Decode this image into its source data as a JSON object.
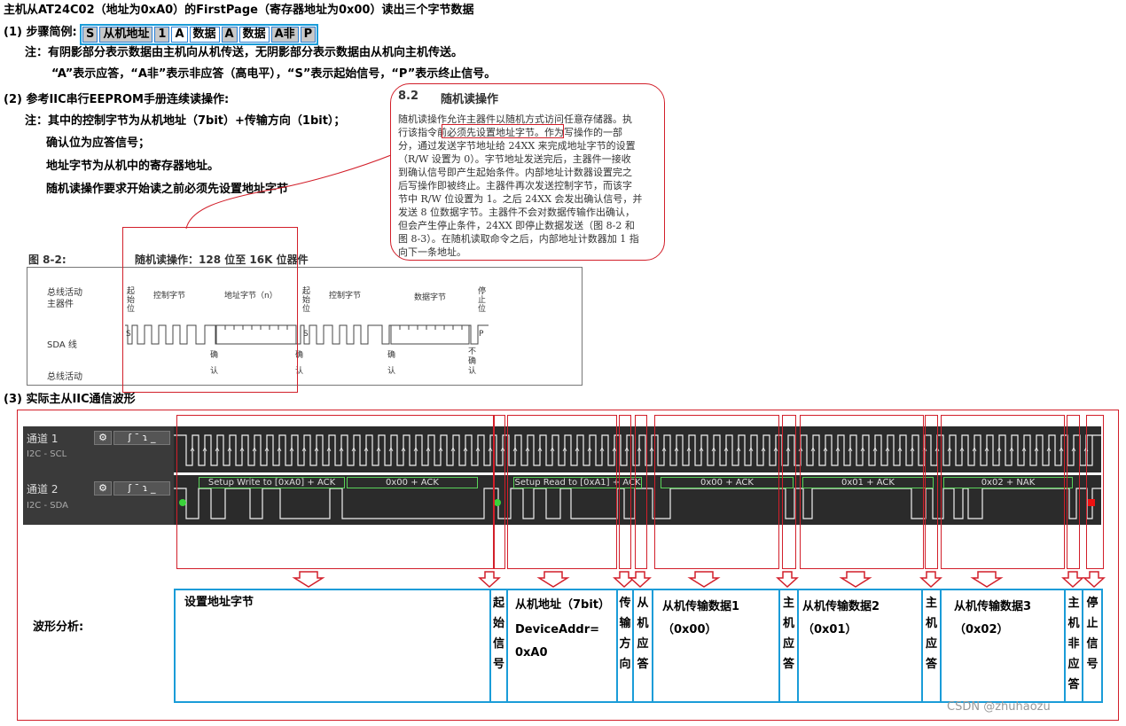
{
  "title": "主机从AT24C02（地址为0xA0）的FirstPage（寄存器地址为0x00）读出三个字节数据",
  "section1": {
    "label": "(1)  步骤简例:",
    "steps": [
      "S",
      "从机地址",
      "1",
      "A",
      "数据",
      "A",
      "数据",
      "A非",
      "P"
    ],
    "note1": "注：有阴影部分表示数据由主机向从机传送，无阴影部分表示数据由从机向主机传送。",
    "note2": "“A”表示应答，“A非”表示非应答（高电平），“S”表示起始信号，“P”表示终止信号。"
  },
  "section2": {
    "label": "(2)  参考IIC串行EEPROM手册连续读操作:",
    "note1": "注：其中的控制字节为从机地址（7bit）+传输方向（1bit）；",
    "note2": "确认位为应答信号；",
    "note3": "地址字节为从机中的寄存器地址。",
    "note4": "随机读操作要求开始读之前必须先设置地址字节"
  },
  "datasheet": {
    "heading_num": "8.2",
    "heading": "随机读操作",
    "lines": [
      "随机读操作允许主器件以随机方式访问任意存储器。执",
      "行该指令前必须先设置地址字节。作为写操作的一部",
      "分，通过发送字节地址给 24XX 来完成地址字节的设置",
      "（R/W 设置为 0）。字节地址发送完后，主器件一接收",
      "到确认信号即产生起始条件。内部地址计数器设置完之",
      "后写操作即被终止。主器件再次发送控制字节，而该字",
      "节中 R/W 位设置为 1。之后 24XX 会发出确认信号，并",
      "发送 8 位数据字节。主器件不会对数据传输作出确认，",
      "但会产生停止条件，24XX 即停止数据发送（图 8-2 和",
      "图 8-3）。在随机读取命令之后，内部地址计数器加 1 指",
      "向下一条地址。"
    ]
  },
  "figure": {
    "fig_label": "图 8-2:",
    "fig_title": "随机读操作：128 位至 16K 位器件",
    "row1": "总线活动",
    "row1b": "主器件",
    "row2": "SDA 线",
    "row3": "总线活动",
    "start1": [
      "起",
      "始",
      "位"
    ],
    "start2": [
      "起",
      "始",
      "位"
    ],
    "stop": [
      "停",
      "止",
      "位"
    ],
    "ctrl1": "控制字节",
    "addr": "地址字节（n）",
    "ctrl2": "控制字节",
    "data": "数据字节",
    "s1": "S",
    "s2": "S",
    "p": "P",
    "acks": [
      "确",
      "认"
    ],
    "noack": [
      "不",
      "确",
      "认"
    ]
  },
  "section3": {
    "label": "(3)  实际主从IIC通信波形",
    "ch1_name": "通道 1",
    "ch1_sub": "I2C - SCL",
    "ch2_name": "通道 2",
    "ch2_sub": "I2C - SDA",
    "decodes": [
      "Setup Write to [0xA0] + ACK",
      "0x00 + ACK",
      "Setup Read to [0xA1] + ACK",
      "0x00 + ACK",
      "0x01 + ACK",
      "0x02 + NAK"
    ],
    "analysis_label": "波形分析:"
  },
  "analysis": {
    "set_addr": "设置地址字节",
    "start": [
      "起",
      "始",
      "信",
      "号"
    ],
    "slave_addr": "从机地址（7bit）",
    "device_addr": "DeviceAddr=",
    "device_val": "0xA0",
    "dir": [
      "传",
      "输",
      "方",
      "向"
    ],
    "sack": [
      "从",
      "机",
      "应",
      "答"
    ],
    "data1": "从机传输数据1",
    "data1v": "（0x00）",
    "mack1": [
      "主",
      "机",
      "应",
      "答"
    ],
    "data2": "从机传输数据2",
    "data2v": "（0x01）",
    "mack2": [
      "主",
      "机",
      "应",
      "答"
    ],
    "data3": "从机传输数据3",
    "data3v": "（0x02）",
    "mnack": [
      "主",
      "机",
      "非",
      "应",
      "答"
    ],
    "stop": [
      "停",
      "止",
      "信",
      "号"
    ]
  },
  "watermark": "CSDN @zhuhaozu",
  "colors": {
    "red": "#d21f2a",
    "blue": "#1a9cd8",
    "green": "#5ad35a"
  }
}
